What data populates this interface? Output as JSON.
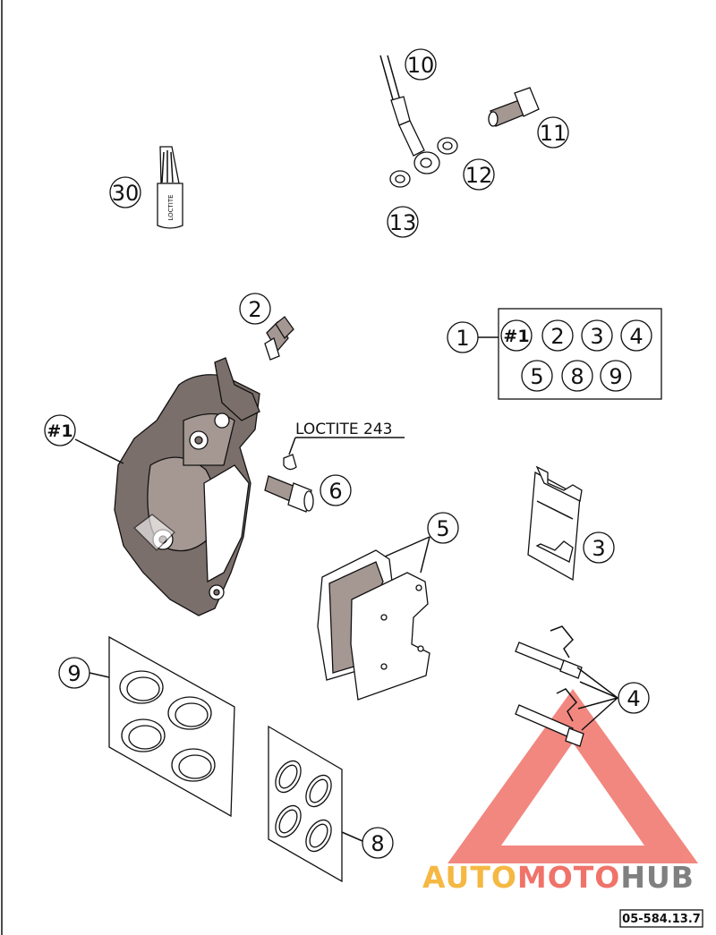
{
  "callouts": {
    "c10": "10",
    "c11": "11",
    "c12": "12",
    "c13": "13",
    "c30": "30",
    "c2": "2",
    "c1": "1",
    "c3": "3",
    "c4": "4",
    "c5": "5",
    "c6": "6",
    "c8": "8",
    "c9": "9",
    "caliper": "#1"
  },
  "kit_box": {
    "items": [
      "#1",
      "2",
      "3",
      "4",
      "5",
      "8",
      "9"
    ]
  },
  "loctite_label": "LOCTITE 243",
  "tube_label": "LOCTITE",
  "drawing_number": "05-584.13.7",
  "watermark": {
    "part1": "AUTO",
    "part2": "MOTO",
    "part3": "HUB",
    "colors": {
      "orange": "#f5b843",
      "red": "#f0736a",
      "gray": "#808080"
    }
  },
  "colors": {
    "ink": "#111111",
    "metal": "#7b6f6b",
    "metal_light": "#a59893"
  }
}
